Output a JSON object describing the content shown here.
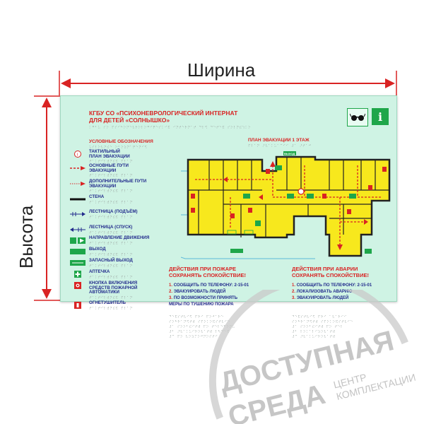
{
  "dimensions": {
    "width_label": "Ширина",
    "height_label": "Высота"
  },
  "colors": {
    "board": "#cff3e4",
    "title_blue": "#222b8c",
    "accent_red": "#d92323",
    "rooms_yellow": "#f7e81d",
    "exit_green": "#1ea64a"
  },
  "header": {
    "title_line1": "КГБУ СО «ПСИХОНЕВРОЛОГИЧЕСКИЙ ИНТЕРНАТ",
    "title_line2": "ДЛЯ ДЕТЕЙ «СОЛНЫШКО»",
    "icons": [
      "glasses-icon",
      "info-icon"
    ],
    "info_glyph": "i"
  },
  "legend": {
    "title": "УСЛОВНЫЕ ОБОЗНАЧЕНИЯ",
    "items": [
      {
        "label": "ТАКТИЛЬНЫЙ\nПЛАН ЭВАКУАЦИИ",
        "icon": "you-are-here-icon"
      },
      {
        "label": "ОСНОВНЫЕ ПУТИ\nЭВАКУАЦИИ",
        "icon": "main-route-icon"
      },
      {
        "label": "ДОПОЛНИТЕЛЬНЫЕ ПУТИ\nЭВАКУАЦИИ",
        "icon": "extra-route-icon"
      },
      {
        "label": "СТЕНА",
        "icon": "wall-icon"
      },
      {
        "label": "ЛЕСТНИЦА (ПОДЪЁМ)",
        "icon": "stairs-up-icon"
      },
      {
        "label": "ЛЕСТНИЦА (СПУСК)",
        "icon": "stairs-down-icon"
      },
      {
        "label": "НАПРАВЛЕНИЕ ДВИЖЕНИЯ",
        "icon": "direction-icon"
      },
      {
        "label": "ВЫХОД",
        "icon": "exit-icon"
      },
      {
        "label": "ЗАПАСНЫЙ ВЫХОД",
        "icon": "emergency-exit-icon"
      },
      {
        "label": "АПТЕЧКА",
        "icon": "first-aid-icon"
      },
      {
        "label": "КНОПКА ВКЛЮЧЕНИЯ\nСРЕДСТВ ПОЖАРНОЙ\nАВТОМАТИКИ",
        "icon": "fire-button-icon"
      },
      {
        "label": "ОГНЕТУШИТЕЛЬ",
        "icon": "extinguisher-icon"
      }
    ]
  },
  "plan": {
    "title": "ПЛАН ЭВАКУАЦИИ 1 ЭТАЖ",
    "exit_tag": "ВЫХОД"
  },
  "fire_actions": {
    "title_line1": "ДЕЙСТВИЯ ПРИ ПОЖАРЕ",
    "title_line2": "СОХРАНЯТЬ СПОКОЙСТВИЕ!",
    "steps": [
      {
        "num": "1.",
        "text": "СООБЩИТЬ ПО ТЕЛЕФОНУ: 2-15-01"
      },
      {
        "num": "2.",
        "text": "ЭВАКУИРОВАТЬ ЛЮДЕЙ"
      },
      {
        "num": "3.",
        "text": "ПО ВОЗМОЖНОСТИ ПРИНЯТЬ"
      },
      {
        "num": "",
        "text": "МЕРЫ ПО ТУШЕНИЮ ПОЖАРА"
      }
    ]
  },
  "accident_actions": {
    "title_line1": "ДЕЙСТВИЯ ПРИ АВАРИИ",
    "title_line2": "СОХРАНЯТЬ СПОКОЙСТВИЕ!",
    "steps": [
      {
        "num": "1.",
        "text": "СООБЩИТЬ ПО ТЕЛЕФОНУ: 2-15-01"
      },
      {
        "num": "2.",
        "text": "ЛОКАЛИЗОВАТЬ АВАРИЮ"
      },
      {
        "num": "3.",
        "text": "ЭВАКУИРОВАТЬ ЛЮДЕЙ"
      }
    ]
  },
  "watermark": {
    "line1": "ДОСТУПНАЯ",
    "line2": "СРЕДА",
    "small1": "ЦЕНТР",
    "small2": "КОМПЛЕКТАЦИИ"
  }
}
